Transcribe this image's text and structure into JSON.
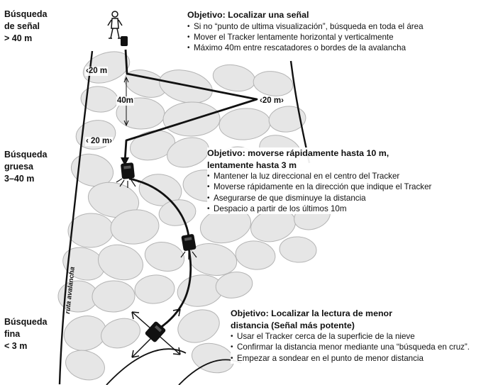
{
  "phases": {
    "signal": {
      "line1": "Búsqueda",
      "line2": "de señal",
      "line3": "> 40 m"
    },
    "coarse": {
      "line1": "Búsqueda",
      "line2": "gruesa",
      "line3": "3–40 m"
    },
    "fine": {
      "line1": "Búsqueda",
      "line2": "fina",
      "line3": "< 3 m"
    }
  },
  "objectives": {
    "signal": {
      "title": "Objetivo: Localizar una señal",
      "items": [
        "Si no “punto de ultima visualización”, búsqueda en toda el área",
        "Mover el Tracker lentamente horizontal y verticalmente",
        "Máximo 40m entre rescatadores o bordes de la avalancha"
      ]
    },
    "coarse": {
      "title_line1": "Objetivo: moverse rápidamente hasta 10 m,",
      "title_line2": "lentamente hasta 3 m",
      "items": [
        "Mantener la luz direccional en el centro del Tracker",
        "Moverse rápidamente en la dirección que indique el Tracker",
        "Asegurarse de que disminuye la distancia",
        "Despacio a partir de los últimos 10m"
      ]
    },
    "fine": {
      "title_line1": "Objetivo: Localizar la lectura de menor",
      "title_line2": "distancia (Señal más potente)",
      "items": [
        "Usar el Tracker cerca de la superficie de la nieve",
        "Confirmar la distancia menor mediante una “búsqueda en cruz”.",
        "Empezar a sondear en el punto de menor distancia"
      ]
    }
  },
  "distances": {
    "top_left": "20 m",
    "right": "20 m",
    "spacing": "40m",
    "bottom_left": "20 m"
  },
  "route_label": "ruta avalancha",
  "colors": {
    "ink": "#111111",
    "boulder_fill": "#e6e6e6",
    "boulder_stroke": "#b4b4b4"
  },
  "icons": [
    "hiker-icon",
    "tracker-device-icon",
    "signal-rays-icon",
    "cross-arrows-icon"
  ]
}
